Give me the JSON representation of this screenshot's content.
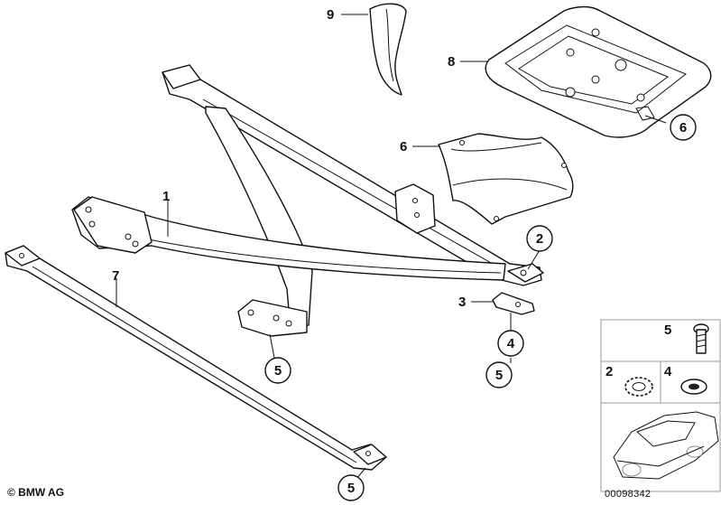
{
  "callouts": {
    "c1": "1",
    "c2_part": "2",
    "c3": "3",
    "c4_part": "4",
    "c5_left": "5",
    "c5_bottom": "5",
    "c5_right": "5",
    "c6_shield": "6",
    "c6_plate": "6",
    "c7": "7",
    "c8": "8",
    "c9": "9"
  },
  "inset": {
    "bolt_label": "5",
    "lock_washer_label": "2",
    "washer_label": "4"
  },
  "footer": {
    "copyright": "© BMW AG",
    "drawing_number": "00098342"
  }
}
